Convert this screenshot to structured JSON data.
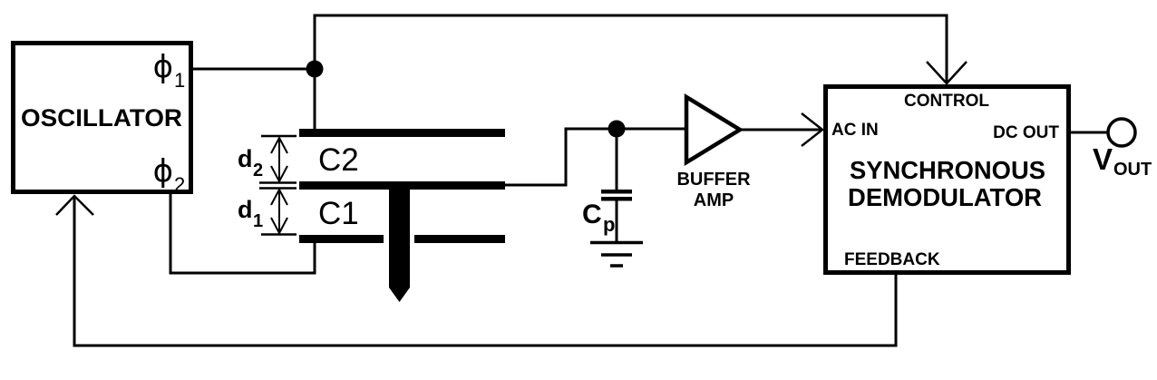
{
  "colors": {
    "ink": "#000000",
    "paper": "#ffffff"
  },
  "oscillator": {
    "label": "OSCILLATOR",
    "phi1_base": "ϕ",
    "phi1_sub": "1",
    "phi2_base": "ϕ",
    "phi2_sub": "2"
  },
  "sensor": {
    "c2": "C2",
    "c1": "C1",
    "d2_base": "d",
    "d2_sub": "2",
    "d1_base": "d",
    "d1_sub": "1"
  },
  "parasitic_cap": {
    "base": "C",
    "sub": "p"
  },
  "buffer_amp": {
    "line1": "BUFFER",
    "line2": "AMP"
  },
  "demodulator": {
    "control": "CONTROL",
    "ac_in": "AC IN",
    "dc_out": "DC OUT",
    "title1": "SYNCHRONOUS",
    "title2": "DEMODULATOR",
    "feedback": "FEEDBACK"
  },
  "output": {
    "base": "V",
    "sub": "OUT"
  }
}
